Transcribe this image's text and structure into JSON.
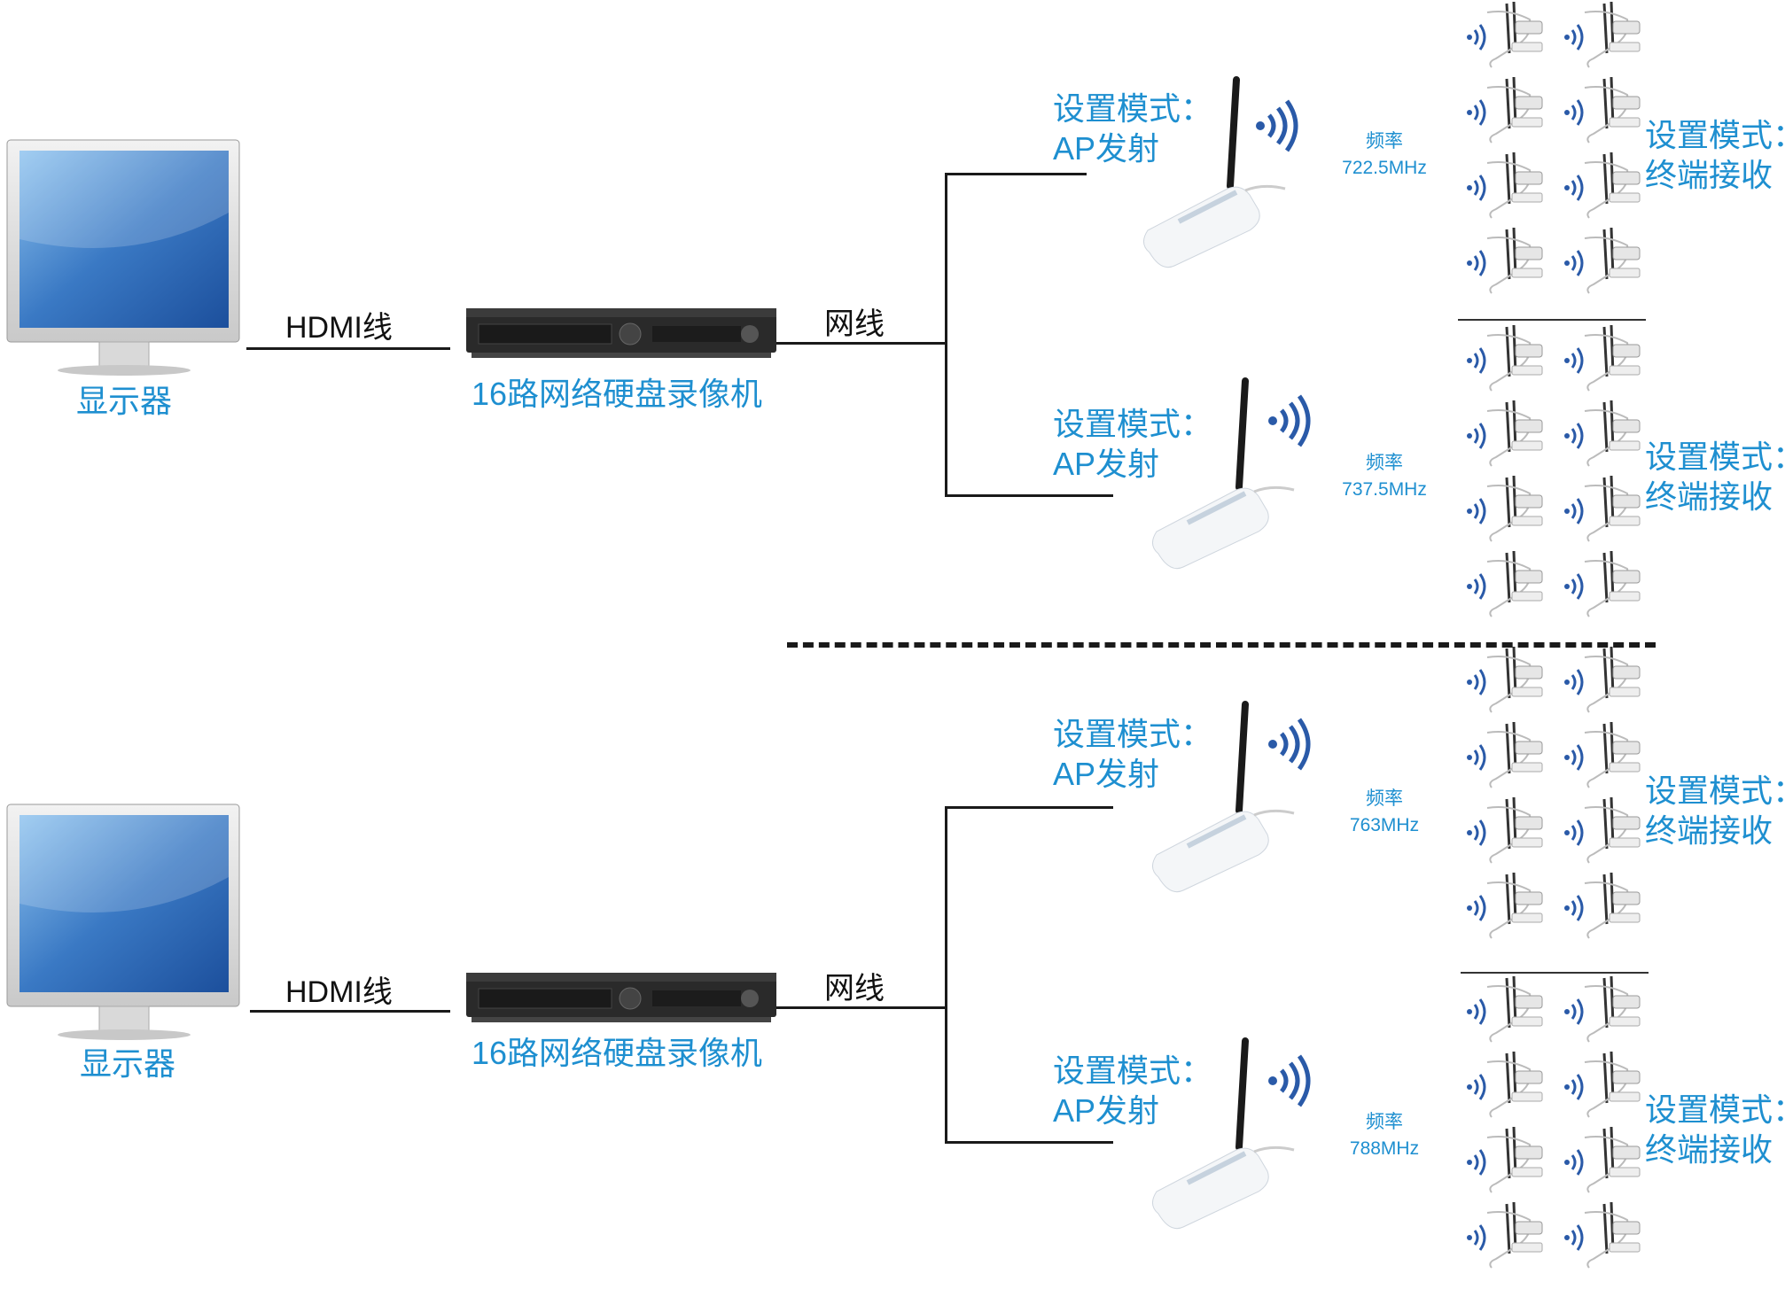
{
  "systems": [
    {
      "monitor_label": "显示器",
      "cable_label": "HDMI线",
      "nvr_label": "16路网络硬盘录像机",
      "network_label": "网线",
      "transmitters": [
        {
          "mode_line1": "设置模式：",
          "mode_line2": "AP发射",
          "freq_title": "频率",
          "freq_value": "722.5MHz",
          "receiver_line1": "设置模式：",
          "receiver_line2": "终端接收"
        },
        {
          "mode_line1": "设置模式：",
          "mode_line2": "AP发射",
          "freq_title": "频率",
          "freq_value": "737.5MHz",
          "receiver_line1": "设置模式：",
          "receiver_line2": "终端接收"
        }
      ]
    },
    {
      "monitor_label": "显示器",
      "cable_label": "HDMI线",
      "nvr_label": "16路网络硬盘录像机",
      "network_label": "网线",
      "transmitters": [
        {
          "mode_line1": "设置模式：",
          "mode_line2": "AP发射",
          "freq_title": "频率",
          "freq_value": "763MHz",
          "receiver_line1": "设置模式：",
          "receiver_line2": "终端接收"
        },
        {
          "mode_line1": "设置模式：",
          "mode_line2": "AP发射",
          "freq_title": "频率",
          "freq_value": "788MHz",
          "receiver_line1": "设置模式：",
          "receiver_line2": "终端接收"
        }
      ]
    }
  ],
  "icons": {
    "monitor": "monitor-icon",
    "nvr": "nvr-device-icon",
    "transmitter": "wireless-transmitter-icon",
    "camera": "wireless-camera-icon",
    "signal": "wifi-signal-icon"
  },
  "colors": {
    "accent": "#1e8fd0",
    "line": "#1a1a1a",
    "screen": "#3a79c4"
  }
}
